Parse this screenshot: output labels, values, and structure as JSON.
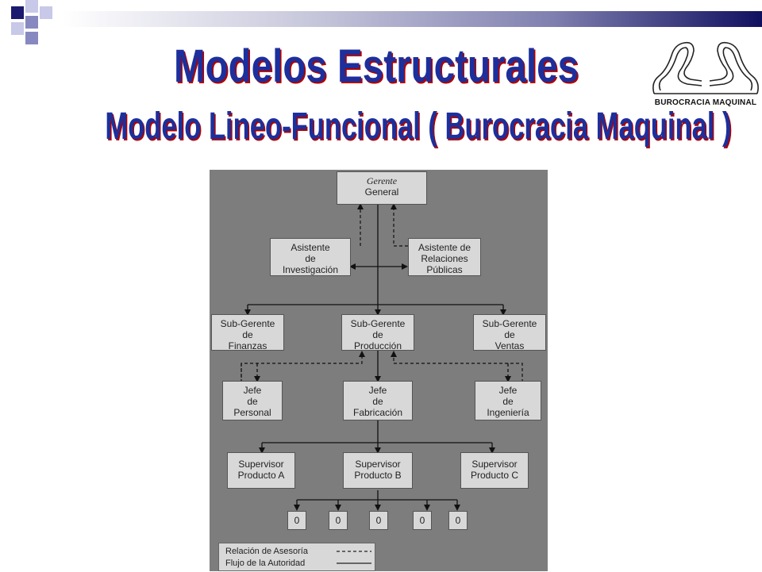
{
  "slide": {
    "title": "Modelos Estructurales",
    "subtitle": "Modelo Lineo-Funcional ( Burocracia Maquinal )",
    "logo_text": "BUROCRACIA MAQUINAL"
  },
  "org": {
    "gerente": [
      "Gerente",
      "General"
    ],
    "asist_inv": [
      "Asistente",
      "de",
      "Investigación"
    ],
    "asist_rp": [
      "Asistente de",
      "Relaciones",
      "Públicas"
    ],
    "sub_fin": [
      "Sub-Gerente",
      "de",
      "Finanzas"
    ],
    "sub_prod": [
      "Sub-Gerente",
      "de",
      "Producción"
    ],
    "sub_vent": [
      "Sub-Gerente",
      "de",
      "Ventas"
    ],
    "jefe_pers": [
      "Jefe",
      "de",
      "Personal"
    ],
    "jefe_fab": [
      "Jefe",
      "de",
      "Fabricación"
    ],
    "jefe_ing": [
      "Jefe",
      "de",
      "Ingeniería"
    ],
    "sup_a": [
      "Supervisor",
      "Producto A"
    ],
    "sup_b": [
      "Supervisor",
      "Producto B"
    ],
    "sup_c": [
      "Supervisor",
      "Producto C"
    ],
    "leaves": [
      "0",
      "0",
      "0",
      "0",
      "0"
    ]
  },
  "legend": {
    "advisory": "Relación de Asesoría",
    "authority": "Flujo de la Autoridad"
  },
  "colors": {
    "title_blue": "#1c2f9c",
    "title_shadow": "#b00000",
    "panel": "#7d7d7d",
    "box": "#d8d8d8"
  }
}
